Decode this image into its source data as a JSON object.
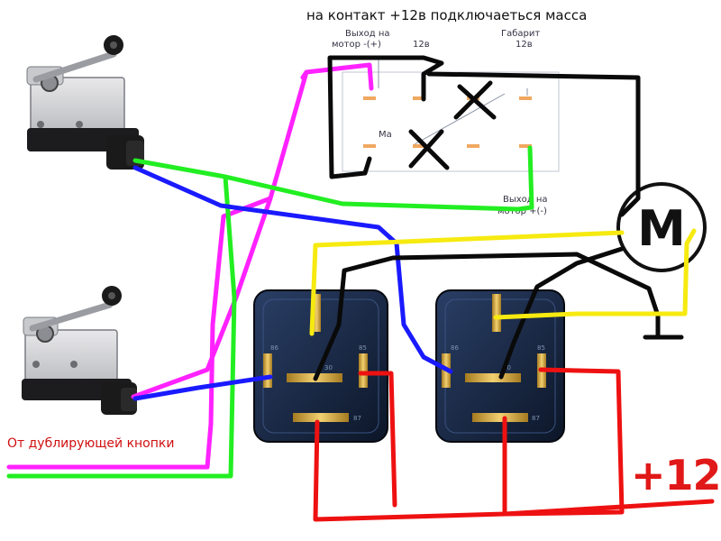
{
  "notes": {
    "top": "на контакт +12в подключаеться масса",
    "duplicate_button": "От дублирующей кнопки",
    "plus12": "+12"
  },
  "switch_labels": {
    "motor_minus_line1": "Выход на",
    "motor_minus_line2": "мотор -(+)",
    "v12": "12в",
    "gabarit_line1": "Габарит",
    "gabarit_line2": "12в",
    "mass": "Ма",
    "motor_plus_line1": "Выход на",
    "motor_plus_line2": "мотор +(-)"
  },
  "motor": {
    "label": "M"
  },
  "relays": {
    "left": {
      "pin1": "86",
      "pin2": "30",
      "pin3": "85",
      "pin4": "87"
    },
    "right": {
      "pin1": "86",
      "pin2": "30",
      "pin3": "85",
      "pin4": "87"
    }
  },
  "colors": {
    "magenta": "#ff22ff",
    "green": "#22ee22",
    "blue": "#1a1aff",
    "black": "#0a0a0a",
    "yellow": "#f6ea10",
    "red": "#ee1111"
  }
}
